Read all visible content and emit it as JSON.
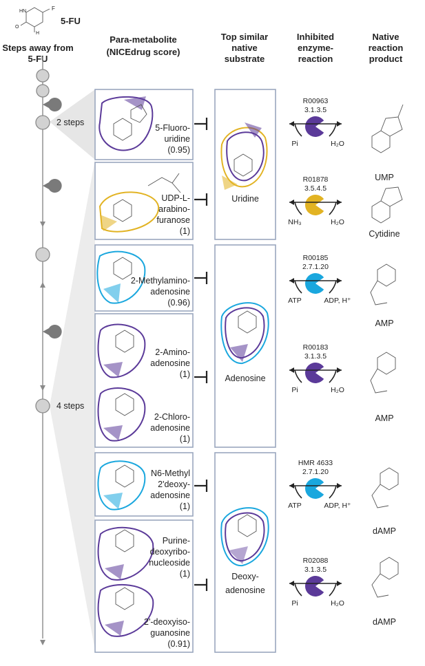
{
  "header": {
    "drug_name": "5-FU",
    "steps_title_line1": "Steps away from",
    "steps_title_line2": "5-FU",
    "col_parametabolite_line1": "Para-metabolite",
    "col_parametabolite_line2": "(NICEdrug score)",
    "col_substrate_line1": "Top similar",
    "col_substrate_line2": "native",
    "col_substrate_line3": "substrate",
    "col_enzyme_line1": "Inhibited",
    "col_enzyme_line2": "enzyme-",
    "col_enzyme_line3": "reaction",
    "col_product_line1": "Native",
    "col_product_line2": "reaction",
    "col_product_line3": "product"
  },
  "pathway": {
    "step_labels": [
      "2 steps",
      "4 steps"
    ]
  },
  "parametabolites": [
    {
      "lines": [
        "5-Fluoro-",
        "uridine",
        "(0.95)"
      ]
    },
    {
      "lines": [
        "UDP-L-",
        "arabino-",
        "furanose",
        "(1)"
      ]
    },
    {
      "lines": [
        "2-Methylamino-",
        "adenosine",
        "(0.96)"
      ]
    },
    {
      "lines": [
        "2-Amino-",
        "adenosine",
        "(1)"
      ]
    },
    {
      "lines": [
        "2-Chloro-",
        "adenosine",
        "(1)"
      ]
    },
    {
      "lines": [
        "N6-Methyl",
        "2'deoxy-",
        "adenosine",
        "(1)"
      ]
    },
    {
      "lines": [
        "Purine-",
        "deoxyribo-",
        "nucleoside",
        "(1)"
      ]
    },
    {
      "lines": [
        "2'-deoxyiso-",
        "guanosine",
        "(0.91)"
      ]
    }
  ],
  "substrates": [
    {
      "lines": [
        "Uridine"
      ]
    },
    {
      "lines": [
        "Adenosine"
      ]
    },
    {
      "lines": [
        "Deoxy-",
        "adenosine"
      ]
    }
  ],
  "reactions": [
    {
      "id": "R00963",
      "ec": "3.1.3.5",
      "left": "Pi",
      "right": "H₂O",
      "product": "UMP",
      "color": "#5b3a99"
    },
    {
      "id": "R01878",
      "ec": "3.5.4.5",
      "left": "NH₃",
      "right": "H₂O",
      "product": "Cytidine",
      "color": "#e2b323"
    },
    {
      "id": "R00185",
      "ec": "2.7.1.20",
      "left": "ATP",
      "right": "ADP, H⁺",
      "product": "AMP",
      "color": "#1aa7de"
    },
    {
      "id": "R00183",
      "ec": "3.1.3.5",
      "left": "Pi",
      "right": "H₂O",
      "product": "AMP",
      "color": "#5b3a99"
    },
    {
      "id": "HMR 4633",
      "ec": "2.7.1.20",
      "left": "ATP",
      "right": "ADP, H⁺",
      "product": "dAMP",
      "color": "#1aa7de"
    },
    {
      "id": "R02088",
      "ec": "3.1.3.5",
      "left": "Pi",
      "right": "H₂O",
      "product": "dAMP",
      "color": "#5b3a99"
    }
  ],
  "colors": {
    "purple": "#5b3a99",
    "yellow": "#e2b323",
    "cyan": "#1aa7de",
    "box_border": "#9aa7be",
    "wedge": "#e6e6e6"
  }
}
